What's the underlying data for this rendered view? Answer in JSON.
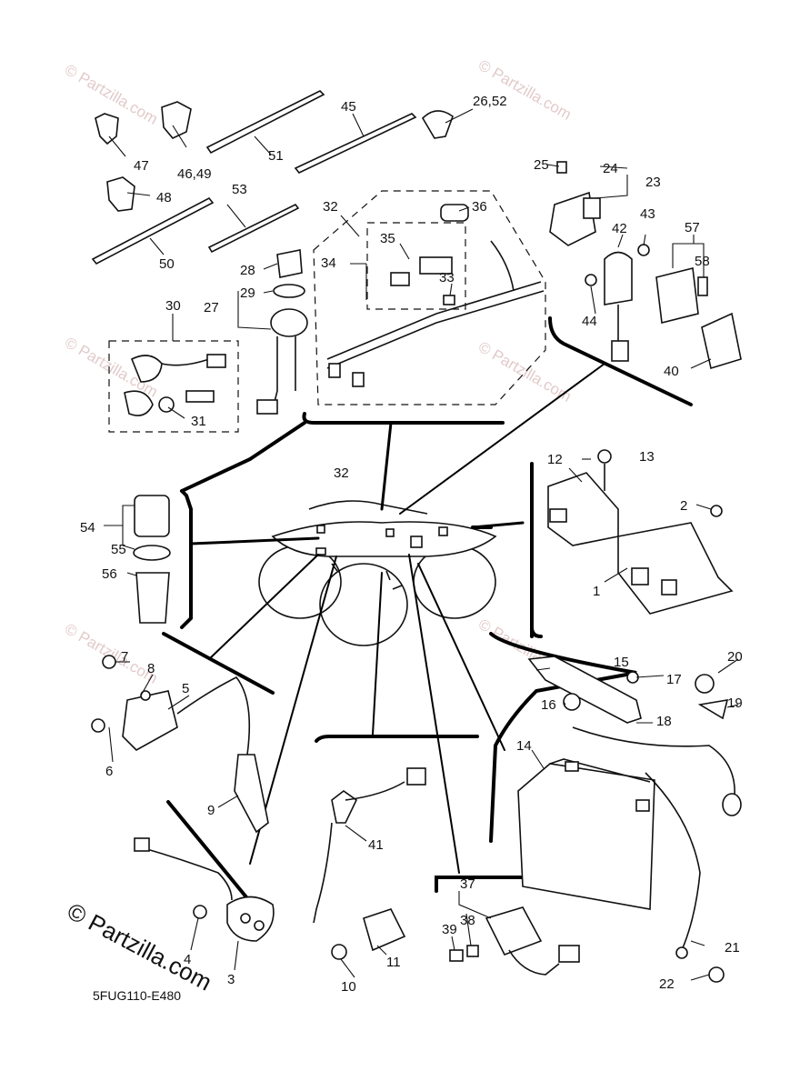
{
  "diagram_code": "5FUG110-E480",
  "watermark": {
    "text": "© Partzilla.com",
    "large_text": "© Partzilla.com"
  },
  "part_numbers": [
    "1",
    "2",
    "3",
    "4",
    "5",
    "6",
    "7",
    "8",
    "9",
    "10",
    "11",
    "12",
    "13",
    "14",
    "15",
    "16",
    "17",
    "18",
    "19",
    "20",
    "21",
    "22",
    "23",
    "24",
    "25",
    "26,52",
    "27",
    "28",
    "29",
    "30",
    "31",
    "32",
    "32",
    "33",
    "34",
    "35",
    "36",
    "37",
    "38",
    "39",
    "40",
    "41",
    "42",
    "43",
    "44",
    "45",
    "46,49",
    "47",
    "48",
    "50",
    "51",
    "53",
    "54",
    "55",
    "56",
    "57",
    "58"
  ],
  "colors": {
    "ink": "#111111",
    "watermark": "#d9b8b8",
    "background": "#ffffff"
  }
}
